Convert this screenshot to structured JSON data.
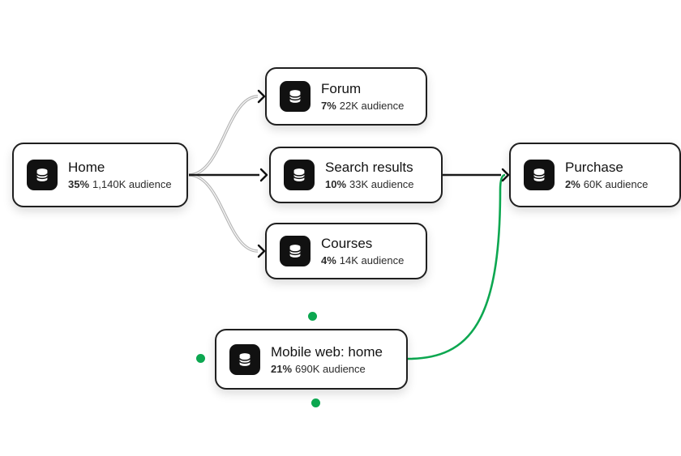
{
  "colors": {
    "background": "#ffffff",
    "node_border": "#1f1f1f",
    "icon_bg": "#111111",
    "edge_black": "#1a1a1a",
    "edge_gray": "#b5b5b5",
    "edge_green": "#0ca750",
    "dot_green": "#0ca750"
  },
  "nodes": [
    {
      "id": "home",
      "icon": "database-icon",
      "title": "Home",
      "percent": "35%",
      "audience": "1,140K audience"
    },
    {
      "id": "forum",
      "icon": "database-icon",
      "title": "Forum",
      "percent": "7%",
      "audience": "22K audience"
    },
    {
      "id": "search-results",
      "icon": "database-icon",
      "title": "Search results",
      "percent": "10%",
      "audience": "33K audience"
    },
    {
      "id": "courses",
      "icon": "database-icon",
      "title": "Courses",
      "percent": "4%",
      "audience": "14K audience"
    },
    {
      "id": "mobile-web-home",
      "icon": "database-icon",
      "title": "Mobile web: home",
      "percent": "21%",
      "audience": "690K audience"
    },
    {
      "id": "purchase",
      "icon": "database-icon",
      "title": "Purchase",
      "percent": "2%",
      "audience": "60K audience"
    }
  ],
  "edges": [
    {
      "from": "home",
      "to": "forum",
      "style": "gray"
    },
    {
      "from": "home",
      "to": "search-results",
      "style": "black"
    },
    {
      "from": "home",
      "to": "courses",
      "style": "gray"
    },
    {
      "from": "search-results",
      "to": "purchase",
      "style": "black"
    },
    {
      "from": "mobile-web-home",
      "to": "purchase",
      "style": "green"
    }
  ]
}
